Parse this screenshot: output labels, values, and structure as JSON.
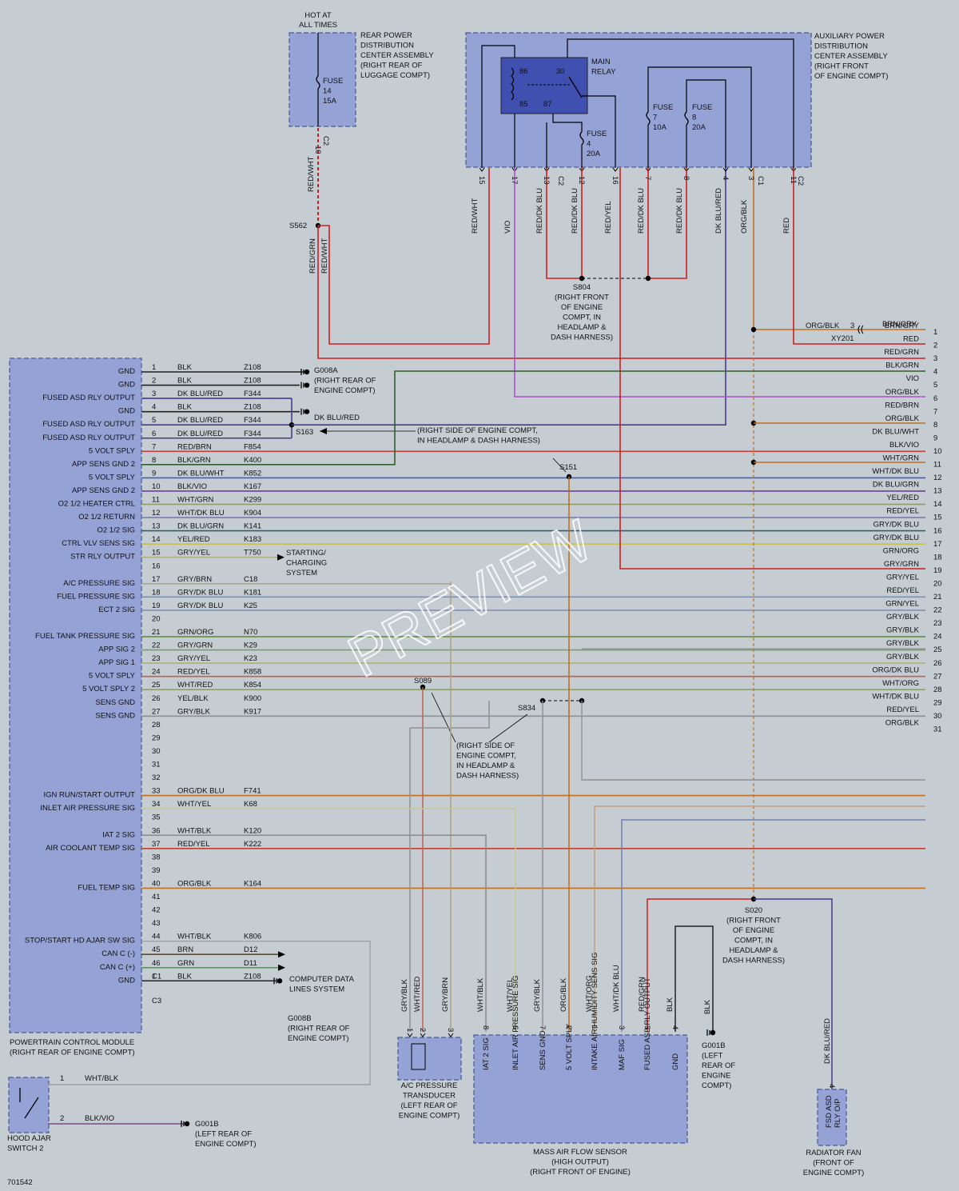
{
  "watermark": "PREVIEW",
  "diagram_id": "701542",
  "colors": {
    "background": "#c5cdd3",
    "box": "#95a2d6",
    "relay": "#3f50b0",
    "wire_red": "#cc2020",
    "wire_violet": "#b050d0",
    "wire_orange": "#c07020",
    "wire_green": "#407040",
    "wire_blue": "#3050b0",
    "wire_gray": "#909090"
  },
  "components": {
    "rear_pdc": {
      "hot_label_1": "HOT AT",
      "hot_label_2": "ALL TIMES",
      "label": [
        "REAR POWER",
        "DISTRIBUTION",
        "CENTER ASSEMBLY",
        "(RIGHT REAR OF",
        "LUGGAGE COMPT)"
      ],
      "fuse": [
        "FUSE",
        "14",
        "15A"
      ],
      "cavity": "10",
      "connector": "C2"
    },
    "aux_pdc": {
      "label": [
        "AUXILIARY POWER",
        "DISTRIBUTION",
        "CENTER ASSEMBLY",
        "(RIGHT FRONT",
        "OF ENGINE COMPT)"
      ],
      "relay_label": [
        "MAIN",
        "RELAY"
      ],
      "relay_pins": [
        "86",
        "30",
        "85",
        "87"
      ],
      "fuse4": [
        "FUSE",
        "4",
        "20A"
      ],
      "fuse7": [
        "FUSE",
        "7",
        "10A"
      ],
      "fuse8": [
        "FUSE",
        "8",
        "20A"
      ],
      "pins": [
        {
          "num": "15",
          "wire": "RED/WHT"
        },
        {
          "num": "17",
          "wire": "VIO"
        },
        {
          "num": "13",
          "wire": "RED/DK BLU"
        },
        {
          "num": "C2",
          "wire": ""
        },
        {
          "num": "12",
          "wire": "RED/DK BLU"
        },
        {
          "num": "16",
          "wire": "RED/YEL"
        },
        {
          "num": "7",
          "wire": "RED/DK BLU"
        },
        {
          "num": "8",
          "wire": "RED/DK BLU"
        },
        {
          "num": "4",
          "wire": "DK BLU/RED"
        },
        {
          "num": "3",
          "wire": "ORG/BLK"
        },
        {
          "num": "C1",
          "wire": ""
        },
        {
          "num": "11",
          "wire": "RED"
        },
        {
          "num": "C2",
          "wire": ""
        }
      ]
    },
    "splices": {
      "s562": "S562",
      "s804": [
        "S804",
        "(RIGHT FRONT",
        "OF ENGINE",
        "COMPT, IN",
        "HEADLAMP &",
        "DASH HARNESS)"
      ],
      "s163": "S163",
      "s151": "S151",
      "s151_note": [
        "(RIGHT SIDE OF ENGINE COMPT,",
        "IN HEADLAMP & DASH HARNESS)"
      ],
      "s089": "S089",
      "s834": "S834",
      "s089_note": [
        "(RIGHT SIDE OF",
        "ENGINE COMPT,",
        "IN HEADLAMP &",
        "DASH HARNESS)"
      ],
      "s020": [
        "S020",
        "(RIGHT FRONT",
        "OF ENGINE",
        "COMPT, IN",
        "HEADLAMP &",
        "DASH HARNESS)"
      ]
    },
    "grounds": {
      "g008a": [
        "G008A",
        "(RIGHT REAR OF",
        "ENGINE COMPT)"
      ],
      "g008a_wire": "DK BLU/RED",
      "g008b": [
        "G008B",
        "(RIGHT REAR OF",
        "ENGINE COMPT)"
      ],
      "g001b_left": [
        "G001B",
        "(LEFT REAR OF",
        "ENGINE COMPT)"
      ],
      "g001b_right": [
        "G001B",
        "(LEFT",
        "REAR OF",
        "ENGINE",
        "COMPT)"
      ]
    },
    "xy201": {
      "label": "XY201",
      "left_wire": "ORG/BLK",
      "pin": "3",
      "right_wire": "BRN/GRY"
    },
    "starting": [
      "STARTING/",
      "CHARGING",
      "SYSTEM"
    ],
    "can": [
      "COMPUTER DATA",
      "LINES SYSTEM"
    ],
    "pcm": {
      "label": [
        "POWERTRAIN CONTROL MODULE",
        "(RIGHT REAR OF ENGINE COMPT)"
      ],
      "c1": "C1",
      "c3": "C3",
      "rows": [
        {
          "pin": "1",
          "label": "GND",
          "color": "BLK",
          "circuit": "Z108"
        },
        {
          "pin": "2",
          "label": "GND",
          "color": "BLK",
          "circuit": "Z108"
        },
        {
          "pin": "3",
          "label": "FUSED ASD RLY OUTPUT",
          "color": "DK BLU/RED",
          "circuit": "F344"
        },
        {
          "pin": "4",
          "label": "GND",
          "color": "BLK",
          "circuit": "Z108"
        },
        {
          "pin": "5",
          "label": "FUSED ASD RLY OUTPUT",
          "color": "DK BLU/RED",
          "circuit": "F344"
        },
        {
          "pin": "6",
          "label": "FUSED ASD RLY OUTPUT",
          "color": "DK BLU/RED",
          "circuit": "F344"
        },
        {
          "pin": "7",
          "label": "5 VOLT SPLY",
          "color": "RED/BRN",
          "circuit": "F854"
        },
        {
          "pin": "8",
          "label": "APP SENS GND 2",
          "color": "BLK/GRN",
          "circuit": "K400"
        },
        {
          "pin": "9",
          "label": "5 VOLT SPLY",
          "color": "DK BLU/WHT",
          "circuit": "K852"
        },
        {
          "pin": "10",
          "label": "APP SENS GND 2",
          "color": "BLK/VIO",
          "circuit": "K167"
        },
        {
          "pin": "11",
          "label": "O2 1/2 HEATER CTRL",
          "color": "WHT/GRN",
          "circuit": "K299"
        },
        {
          "pin": "12",
          "label": "O2 1/2 RETURN",
          "color": "WHT/DK BLU",
          "circuit": "K904"
        },
        {
          "pin": "13",
          "label": "O2 1/2 SIG",
          "color": "DK BLU/GRN",
          "circuit": "K141"
        },
        {
          "pin": "14",
          "label": "CTRL VLV SENS SIG",
          "color": "YEL/RED",
          "circuit": "K183"
        },
        {
          "pin": "15",
          "label": "STR RLY OUTPUT",
          "color": "GRY/YEL",
          "circuit": "T750"
        },
        {
          "pin": "16",
          "label": "",
          "color": "",
          "circuit": ""
        },
        {
          "pin": "17",
          "label": "A/C PRESSURE SIG",
          "color": "GRY/BRN",
          "circuit": "C18"
        },
        {
          "pin": "18",
          "label": "FUEL PRESSURE SIG",
          "color": "GRY/DK BLU",
          "circuit": "K181"
        },
        {
          "pin": "19",
          "label": "ECT 2 SIG",
          "color": "GRY/DK BLU",
          "circuit": "K25"
        },
        {
          "pin": "20",
          "label": "",
          "color": "",
          "circuit": ""
        },
        {
          "pin": "21",
          "label": "FUEL TANK PRESSURE SIG",
          "color": "GRN/ORG",
          "circuit": "N70"
        },
        {
          "pin": "22",
          "label": "APP SIG 2",
          "color": "GRY/GRN",
          "circuit": "K29"
        },
        {
          "pin": "23",
          "label": "APP SIG 1",
          "color": "GRY/YEL",
          "circuit": "K23"
        },
        {
          "pin": "24",
          "label": "5 VOLT SPLY",
          "color": "RED/YEL",
          "circuit": "K858"
        },
        {
          "pin": "25",
          "label": "5 VOLT SPLY 2",
          "color": "WHT/RED",
          "circuit": "K854"
        },
        {
          "pin": "26",
          "label": "SENS GND",
          "color": "YEL/BLK",
          "circuit": "K900"
        },
        {
          "pin": "27",
          "label": "SENS GND",
          "color": "GRY/BLK",
          "circuit": "K917"
        },
        {
          "pin": "28",
          "label": "",
          "color": "",
          "circuit": ""
        },
        {
          "pin": "29",
          "label": "",
          "color": "",
          "circuit": ""
        },
        {
          "pin": "30",
          "label": "",
          "color": "",
          "circuit": ""
        },
        {
          "pin": "31",
          "label": "",
          "color": "",
          "circuit": ""
        },
        {
          "pin": "32",
          "label": "",
          "color": "",
          "circuit": ""
        },
        {
          "pin": "33",
          "label": "IGN RUN/START OUTPUT",
          "color": "ORG/DK BLU",
          "circuit": "F741"
        },
        {
          "pin": "34",
          "label": "INLET AIR PRESSURE SIG",
          "color": "WHT/YEL",
          "circuit": "K68"
        },
        {
          "pin": "35",
          "label": "",
          "color": "",
          "circuit": ""
        },
        {
          "pin": "36",
          "label": "IAT 2 SIG",
          "color": "WHT/BLK",
          "circuit": "K120"
        },
        {
          "pin": "37",
          "label": "AIR COOLANT TEMP SIG",
          "color": "RED/YEL",
          "circuit": "K222"
        },
        {
          "pin": "38",
          "label": "",
          "color": "",
          "circuit": ""
        },
        {
          "pin": "39",
          "label": "",
          "color": "",
          "circuit": ""
        },
        {
          "pin": "40",
          "label": "FUEL TEMP SIG",
          "color": "ORG/BLK",
          "circuit": "K164"
        },
        {
          "pin": "41",
          "label": "",
          "color": "",
          "circuit": ""
        },
        {
          "pin": "42",
          "label": "",
          "color": "",
          "circuit": ""
        },
        {
          "pin": "43",
          "label": "",
          "color": "",
          "circuit": ""
        },
        {
          "pin": "44",
          "label": "STOP/START HD AJAR SW SIG",
          "color": "WHT/BLK",
          "circuit": "K806"
        },
        {
          "pin": "45",
          "label": "CAN C (-)",
          "color": "BRN",
          "circuit": "D12"
        },
        {
          "pin": "46",
          "label": "CAN C (+)",
          "color": "GRN",
          "circuit": "D11"
        },
        {
          "pin": "1",
          "label": "GND",
          "color": "BLK",
          "circuit": "Z108"
        }
      ]
    },
    "right_connector": [
      {
        "color": "BRN/GRY",
        "pin": "1"
      },
      {
        "color": "RED",
        "pin": "2"
      },
      {
        "color": "RED/GRN",
        "pin": "3"
      },
      {
        "color": "BLK/GRN",
        "pin": "4"
      },
      {
        "color": "VIO",
        "pin": "5"
      },
      {
        "color": "ORG/BLK",
        "pin": "6"
      },
      {
        "color": "RED/BRN",
        "pin": "7"
      },
      {
        "color": "ORG/BLK",
        "pin": "8"
      },
      {
        "color": "DK BLU/WHT",
        "pin": "9"
      },
      {
        "color": "BLK/VIO",
        "pin": "10"
      },
      {
        "color": "WHT/GRN",
        "pin": "11"
      },
      {
        "color": "WHT/DK BLU",
        "pin": "12"
      },
      {
        "color": "DK BLU/GRN",
        "pin": "13"
      },
      {
        "color": "YEL/RED",
        "pin": "14"
      },
      {
        "color": "RED/YEL",
        "pin": "15"
      },
      {
        "color": "GRY/DK BLU",
        "pin": "16"
      },
      {
        "color": "GRY/DK BLU",
        "pin": "17"
      },
      {
        "color": "GRN/ORG",
        "pin": "18"
      },
      {
        "color": "GRY/GRN",
        "pin": "19"
      },
      {
        "color": "GRY/YEL",
        "pin": "20"
      },
      {
        "color": "RED/YEL",
        "pin": "21"
      },
      {
        "color": "GRN/YEL",
        "pin": "22"
      },
      {
        "color": "GRY/BLK",
        "pin": "23"
      },
      {
        "color": "GRY/BLK",
        "pin": "24"
      },
      {
        "color": "GRY/BLK",
        "pin": "25"
      },
      {
        "color": "GRY/BLK",
        "pin": "26"
      },
      {
        "color": "ORG/DK BLU",
        "pin": "27"
      },
      {
        "color": "WHT/ORG",
        "pin": "28"
      },
      {
        "color": "WHT/DK BLU",
        "pin": "29"
      },
      {
        "color": "RED/YEL",
        "pin": "30"
      },
      {
        "color": "ORG/BLK",
        "pin": "31"
      }
    ],
    "hood_switch": {
      "label": [
        "HOOD AJAR",
        "SWITCH 2"
      ],
      "pin1": "1",
      "wire1": "WHT/BLK",
      "pin2": "2",
      "wire2": "BLK/VIO"
    },
    "ac_transducer": {
      "label": [
        "A/C PRESSURE",
        "TRANSDUCER",
        "(LEFT REAR OF",
        "ENGINE COMPT)"
      ],
      "pins": [
        "1",
        "2",
        "3"
      ],
      "wires": [
        "GRY/BLK",
        "WHT/RED",
        "GRY/BRN"
      ]
    },
    "maf": {
      "label": [
        "MASS AIR FLOW SENSOR",
        "(HIGH OUTPUT)",
        "(RIGHT FRONT OF ENGINE)"
      ],
      "pins": [
        {
          "num": "8",
          "wire": "WHT/BLK",
          "sig": "IAT 2 SIG"
        },
        {
          "num": "6",
          "wire": "WHT/YEL",
          "sig": "INLET AIR PRESSURE SIG"
        },
        {
          "num": "7",
          "wire": "GRY/BLK",
          "sig": "SENS GND"
        },
        {
          "num": "2",
          "wire": "ORG/BLK",
          "sig": "5 VOLT SPLY"
        },
        {
          "num": "1",
          "wire": "WHT/ORG",
          "sig": "INTAKE AIR HUMIDITY SENS SIG"
        },
        {
          "num": "3",
          "wire": "WHT/DK BLU",
          "sig": "MAF SIG"
        },
        {
          "num": "5",
          "wire": "RED/GRN",
          "sig": "FUSED ASD RLY OUTPUT"
        },
        {
          "num": "4",
          "wire": "BLK",
          "sig": "GND"
        }
      ],
      "g001b_wire": "BLK"
    },
    "rad_fan": {
      "label": [
        "RADIATOR FAN",
        "(FRONT OF",
        "ENGINE COMPT)"
      ],
      "inner": [
        "FSD ASD",
        "RLY O/P"
      ],
      "pin": "4",
      "wire": "DK BLU/RED"
    },
    "wires": {
      "red_wht": "RED/WHT",
      "red_grn": "RED/GRN"
    }
  }
}
